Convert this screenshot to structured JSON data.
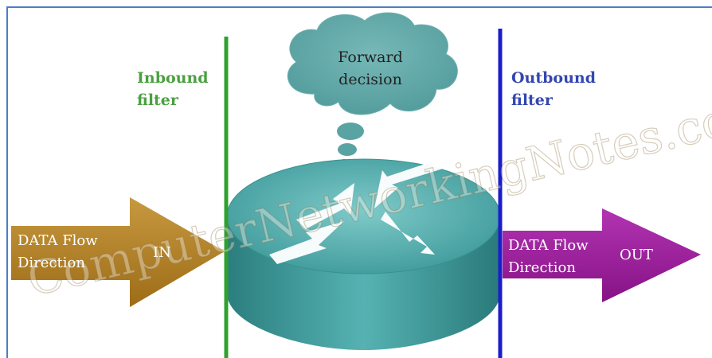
{
  "labels": {
    "inbound_line1": "Inbound",
    "inbound_line2": "filter",
    "outbound_line1": "Outbound",
    "outbound_line2": "filter",
    "cloud_line1": "Forward",
    "cloud_line2": "decision",
    "in_arrow_line1": "DATA Flow",
    "in_arrow_line2": "Direction",
    "in_word": "IN",
    "out_arrow_line1": "DATA Flow",
    "out_arrow_line2": "Direction",
    "out_word": "OUT",
    "watermark": "ComputerNetworkingNotes.com"
  },
  "colors": {
    "inbound_text": "#4aa040",
    "inbound_line": "#2ea12e",
    "outbound_text": "#3346b0",
    "outbound_line": "#1c1ccc",
    "cloud": "#5fa8a8",
    "router": "#3f9c9c",
    "router_top": "#6fc0c0",
    "in_arrow": "#b17e22",
    "out_arrow": "#9a1c9a",
    "frame": "#4a7fc4"
  },
  "icons": [
    "router-icon",
    "cloud-icon",
    "arrow-right-icon"
  ]
}
